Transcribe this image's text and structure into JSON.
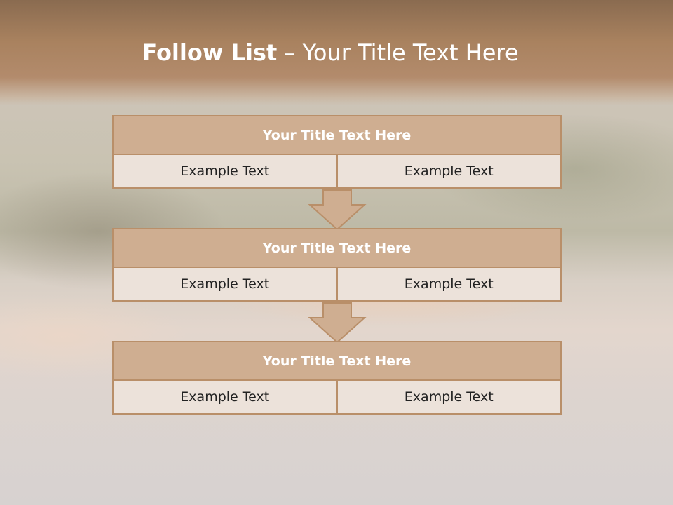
{
  "slide": {
    "title_bold": "Follow List",
    "title_rest": "– Your Title Text Here",
    "blocks": [
      {
        "header": "Your Title Text Here",
        "left": "Example Text",
        "right": "Example Text"
      },
      {
        "header": "Your Title Text Here",
        "left": "Example Text",
        "right": "Example Text"
      },
      {
        "header": "Your Title Text Here",
        "left": "Example Text",
        "right": "Example Text"
      }
    ]
  },
  "colors": {
    "header_fill": "#cfae91",
    "border": "#b98f69",
    "cell_fill": "#ece2da",
    "title_band": "#a9825f"
  },
  "icons": [
    "down-arrow-icon",
    "down-arrow-icon"
  ]
}
